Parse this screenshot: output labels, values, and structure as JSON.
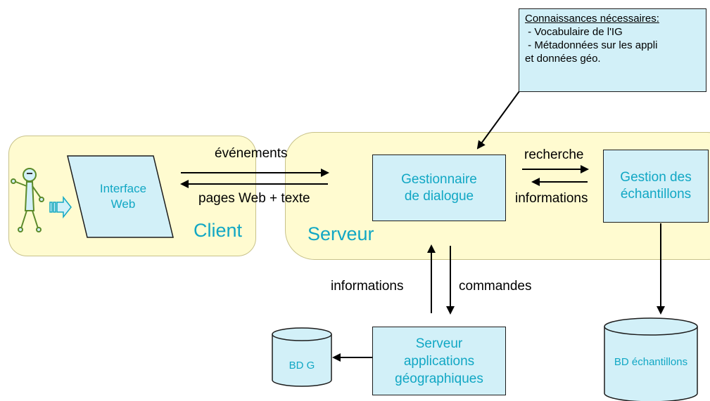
{
  "note": {
    "title": "Connaissances nécessaires:",
    "line1": " - Vocabulaire de l'IG",
    "line2": " - Métadonnées sur les appli",
    "line3": "et données géo."
  },
  "client": {
    "label": "Client",
    "interface": "Interface Web"
  },
  "server": {
    "label": "Serveur",
    "dialog_manager": "Gestionnaire de dialogue",
    "samples_manager": "Gestion des échantillons",
    "geo_server": "Serveur applications géographiques"
  },
  "databases": {
    "bdg": "BD G",
    "bd_samples": "BD échantillons"
  },
  "arrows": {
    "events": "événements",
    "pages": "pages Web + texte",
    "search": "recherche",
    "info_right": "informations",
    "info_bottom": "informations",
    "commands": "commandes"
  },
  "colors": {
    "blob": "#fffbd0",
    "box": "#d2f0f8",
    "accent_text": "#11a7c4"
  }
}
